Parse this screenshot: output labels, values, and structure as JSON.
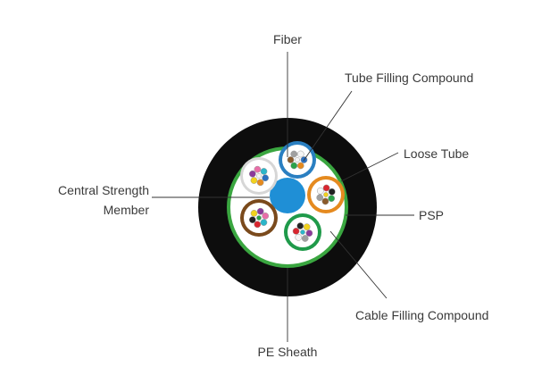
{
  "diagram": {
    "labels": {
      "fiber": "Fiber",
      "tube_filling_compound": "Tube Filling Compound",
      "loose_tube": "Loose Tube",
      "central_strength_member_line1": "Central Strength",
      "central_strength_member_line2": "Member",
      "psp": "PSP",
      "cable_filling_compound": "Cable Filling Compound",
      "pe_sheath": "PE Sheath"
    },
    "colors": {
      "pe_sheath": "#0d0d0d",
      "psp": "#3aa640",
      "central_strength_member": "#1f8fd6",
      "tube_blue": "#2a7fc1",
      "tube_orange": "#e58a1f",
      "tube_green": "#1f9a4a",
      "tube_brown": "#7a4a1c",
      "tube_white": "#f4f4f4"
    },
    "fiber_colors": [
      "#2a6fc0",
      "#e58a1f",
      "#2aa24a",
      "#8a5a2a",
      "#a0a0a0",
      "#f5f5f5",
      "#d8262f",
      "#222222",
      "#f2d21d",
      "#8b3a9a",
      "#e86ea8",
      "#2bb6c9"
    ]
  }
}
